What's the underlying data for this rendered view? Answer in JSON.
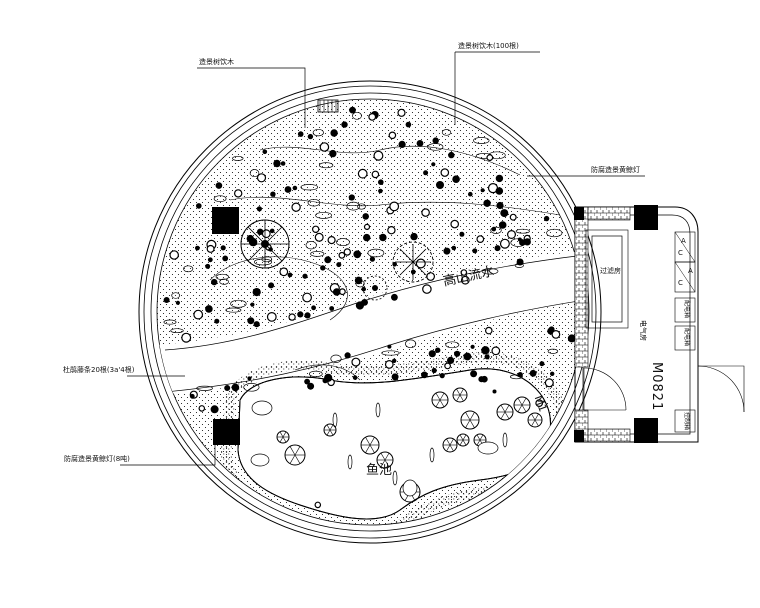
{
  "annotations": {
    "top_left": "造景树饮木",
    "top_center": "造景树饮木(100根)",
    "right_upper": "防腐造景黄鲸灯",
    "left_middle": "杜鹃藤条20根(3a'4根)",
    "left_lower": "防腐造景黄鲸灯(8吨)"
  },
  "areas": {
    "stream": "高山流水",
    "pond": "鱼池",
    "room_label": "过滤房",
    "room_sub": "电气房",
    "door_code": "M0821",
    "stream_code": "M1"
  },
  "equipment": {
    "box_a1": "A",
    "box_c1": "C",
    "box_a2": "A",
    "box_c2": "C",
    "panel_1": "配电箱",
    "panel_2": "配电箱",
    "panel_3": "控制箱"
  },
  "colors": {
    "line": "#000000",
    "background": "#ffffff"
  }
}
